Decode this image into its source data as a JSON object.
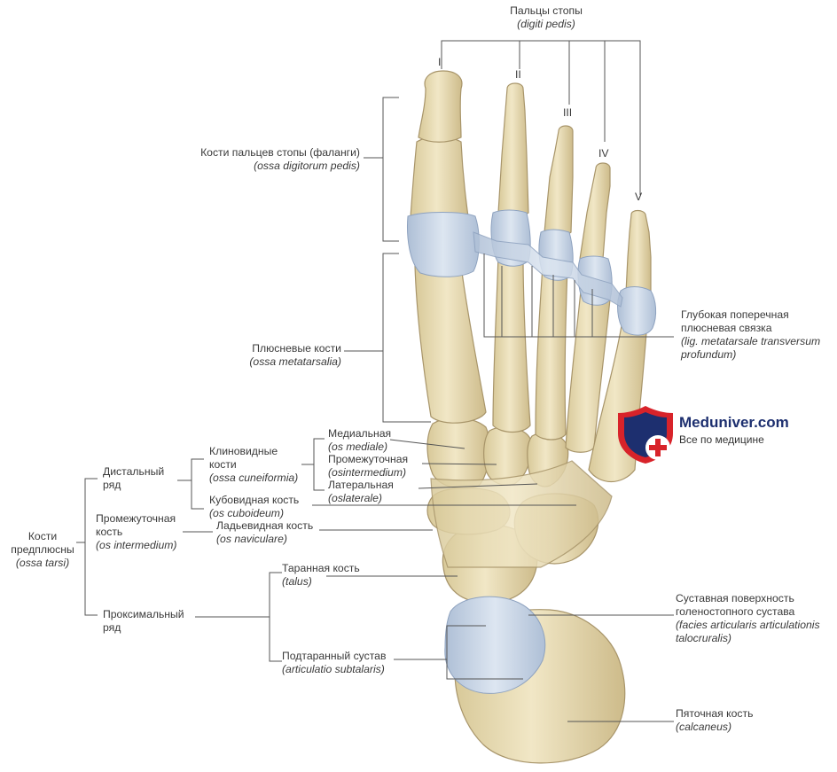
{
  "labels": {
    "toes": {
      "name": "Пальцы стопы",
      "latin": "(digiti pedis)"
    },
    "toe_numerals": [
      "I",
      "II",
      "III",
      "IV",
      "V"
    ],
    "phalanges": {
      "name": "Кости пальцев стопы (фаланги)",
      "latin": "(ossa digitorum pedis)"
    },
    "metatarsals": {
      "name": "Плюсневые кости",
      "latin": "(ossa metatarsalia)"
    },
    "deep_ligament": {
      "line1": "Глубокая поперечная",
      "line2": "плюсневая связка",
      "latin1": "(lig. metatarsale transversum",
      "latin2": "profundum)"
    },
    "medial": {
      "name": "Медиальная",
      "latin": "(os mediale)"
    },
    "intermediate": {
      "name": "Промежуточная",
      "latin": "(osintermedium)"
    },
    "lateral": {
      "name": "Латеральная",
      "latin": "(oslaterale)"
    },
    "cuneiform": {
      "line1": "Клиновидные",
      "line2": "кости",
      "latin": "(ossa cuneiformia)"
    },
    "distal_row": {
      "line1": "Дистальный",
      "line2": "ряд"
    },
    "cuboid": {
      "name": "Кубовидная кость",
      "latin": "(os cuboideum)"
    },
    "intermediate_bone": {
      "line1": "Промежуточная",
      "line2": "кость",
      "latin": "(os intermedium)"
    },
    "navicular": {
      "name": "Ладьевидная кость",
      "latin": "(os naviculare)"
    },
    "tarsus": {
      "line1": "Кости",
      "line2": "предплюсны",
      "latin": "(ossa tarsi)"
    },
    "talus": {
      "name": "Таранная кость",
      "latin": "(talus)"
    },
    "proximal_row": {
      "line1": "Проксимальный",
      "line2": "ряд"
    },
    "subtalar": {
      "name": "Подтаранный сустав",
      "latin": "(articulatio subtalaris)"
    },
    "ankle_surface": {
      "line1": "Суставная поверхность",
      "line2": "голеностопного сустава",
      "latin1": "(facies articularis articulationis",
      "latin2": "talocruralis)"
    },
    "calcaneus": {
      "name": "Пяточная кость",
      "latin": "(calcaneus)"
    }
  },
  "watermark": {
    "title": "Meduniver.com",
    "subtitle": "Все по медицине"
  },
  "colors": {
    "bone": "#e8dcb4",
    "bone_shadow": "#c9b88a",
    "cartilage": "#c9d6e6",
    "line": "#555555",
    "logo_red": "#d8232a",
    "logo_blue": "#1d2f6f"
  }
}
